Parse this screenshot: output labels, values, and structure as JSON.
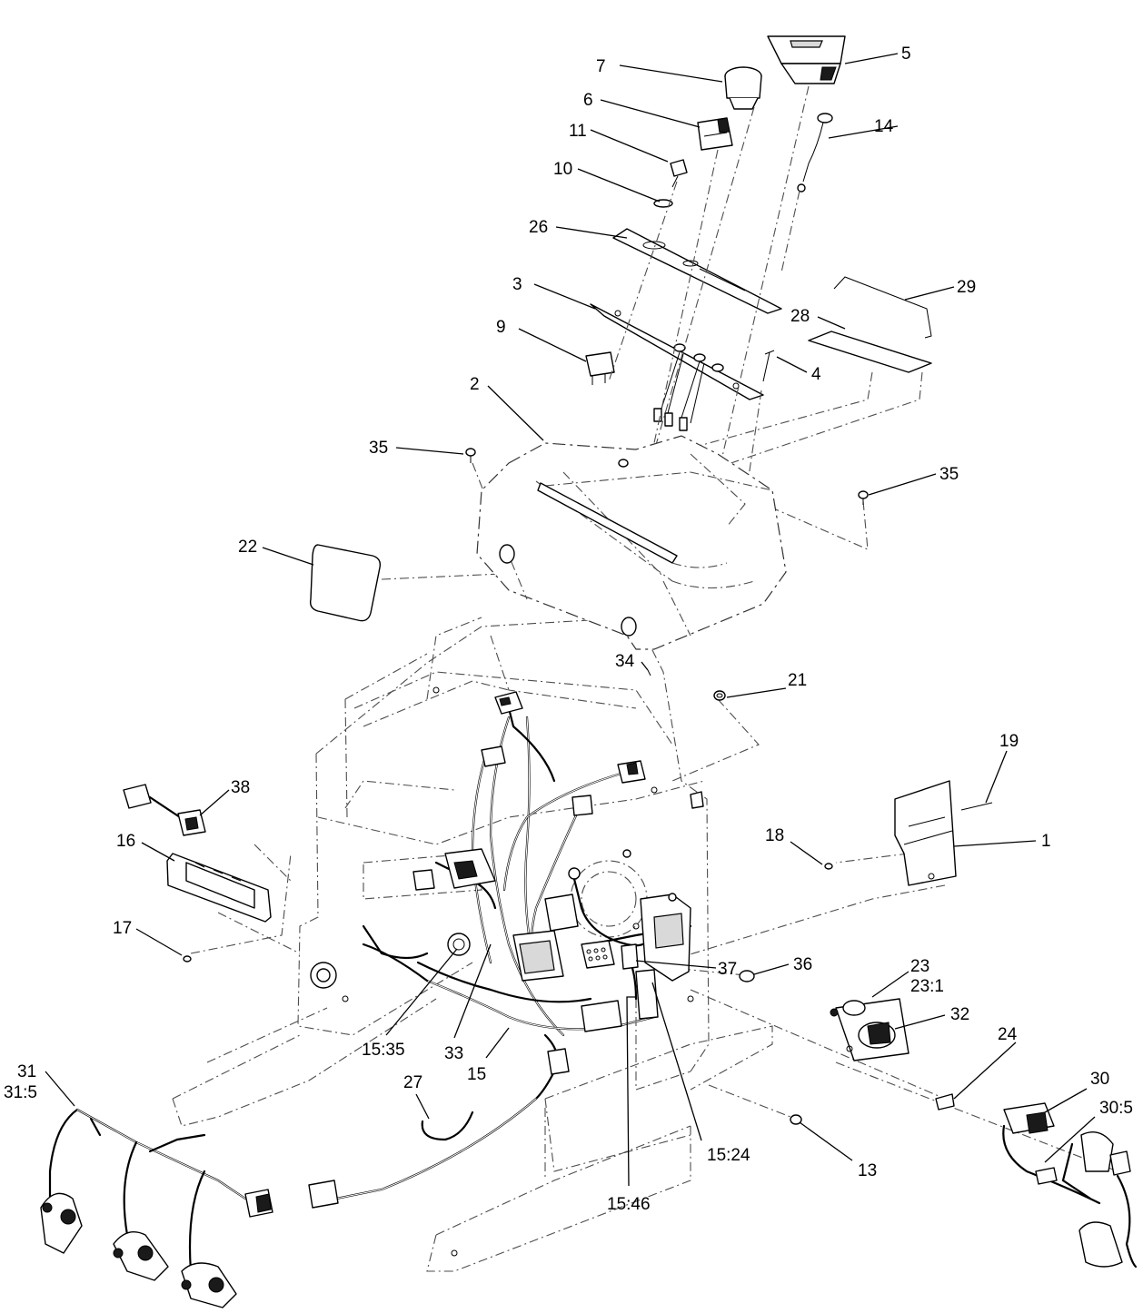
{
  "callouts": [
    {
      "text": "7"
    },
    {
      "text": "5"
    },
    {
      "text": "6"
    },
    {
      "text": "14"
    },
    {
      "text": "11"
    },
    {
      "text": "10"
    },
    {
      "text": "26"
    },
    {
      "text": "29"
    },
    {
      "text": "3"
    },
    {
      "text": "28"
    },
    {
      "text": "9"
    },
    {
      "text": "4"
    },
    {
      "text": "2"
    },
    {
      "text": "35"
    },
    {
      "text": "35"
    },
    {
      "text": "22"
    },
    {
      "text": "34"
    },
    {
      "text": "21"
    },
    {
      "text": "19"
    },
    {
      "text": "38"
    },
    {
      "text": "18"
    },
    {
      "text": "1"
    },
    {
      "text": "16"
    },
    {
      "text": "17"
    },
    {
      "text": "37"
    },
    {
      "text": "36"
    },
    {
      "text": "23"
    },
    {
      "text": "23:1"
    },
    {
      "text": "32"
    },
    {
      "text": "24"
    },
    {
      "text": "15:35"
    },
    {
      "text": "33"
    },
    {
      "text": "15"
    },
    {
      "text": "31"
    },
    {
      "text": "31:5"
    },
    {
      "text": "27"
    },
    {
      "text": "30"
    },
    {
      "text": "30:5"
    },
    {
      "text": "15:24"
    },
    {
      "text": "13"
    },
    {
      "text": "15:46"
    }
  ]
}
